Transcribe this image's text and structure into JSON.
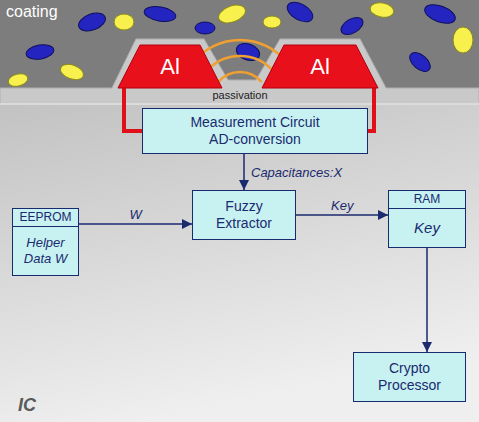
{
  "diagram": {
    "nodes": [
      {
        "text": [
          "Al"
        ]
      },
      {
        "text": [
          "Al"
        ]
      },
      {
        "text": [
          "IC"
        ]
      },
      {
        "text": [
          "Measurement Circuit",
          "AD-conversion"
        ],
        "in": 2
      },
      {
        "text": [
          "EEPROM",
          "Helper Data W"
        ],
        "in": 2
      },
      {
        "text": [
          "Fuzzy Extractor"
        ],
        "in": 2
      },
      {
        "text": [
          "RAM",
          "Key"
        ],
        "in": 2
      },
      {
        "text": [
          "Crypto Processor"
        ],
        "in": 2
      }
    ],
    "edges": [
      {
        "from": 0,
        "to": 3,
        "arrow": "none"
      },
      {
        "from": 1,
        "to": 3,
        "arrow": "none"
      },
      {
        "from": 3,
        "to": 5,
        "label": "Capacitances:X",
        "arrow": "to"
      },
      {
        "from": 4,
        "to": 5,
        "label": "W",
        "arrow": "to"
      },
      {
        "from": 5,
        "to": 6,
        "label": "Key",
        "arrow": "to"
      },
      {
        "from": 6,
        "to": 7,
        "arrow": "to"
      }
    ],
    "labels": [
      "coating",
      "passivation"
    ]
  }
}
